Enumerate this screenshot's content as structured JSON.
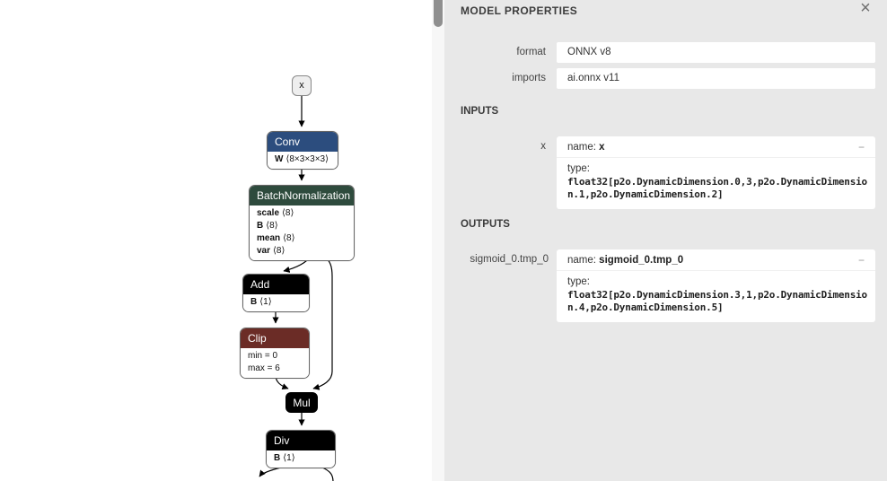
{
  "graph": {
    "nodes": {
      "input_x": {
        "label": "x"
      },
      "conv": {
        "title": "Conv",
        "attrs": [
          {
            "name": "W",
            "dims": "⟨8×3×3×3⟩"
          }
        ]
      },
      "batchnorm": {
        "title": "BatchNormalization",
        "attrs": [
          {
            "name": "scale",
            "dims": "⟨8⟩"
          },
          {
            "name": "B",
            "dims": "⟨8⟩"
          },
          {
            "name": "mean",
            "dims": "⟨8⟩"
          },
          {
            "name": "var",
            "dims": "⟨8⟩"
          }
        ]
      },
      "add": {
        "title": "Add",
        "attrs": [
          {
            "name": "B",
            "dims": "⟨1⟩"
          }
        ]
      },
      "clip": {
        "title": "Clip",
        "attrs": [
          {
            "text": "min = 0"
          },
          {
            "text": "max = 6"
          }
        ]
      },
      "mul": {
        "title": "Mul"
      },
      "div": {
        "title": "Div",
        "attrs": [
          {
            "name": "B",
            "dims": "⟨1⟩"
          }
        ]
      }
    },
    "colors": {
      "conv": "#2c4d7e",
      "batchnorm": "#2e4b3d",
      "clip": "#6b2c26",
      "generic": "#000000"
    }
  },
  "panel": {
    "title": "MODEL PROPERTIES",
    "close_label": "×",
    "fields": [
      {
        "label": "format",
        "value": "ONNX v8"
      },
      {
        "label": "imports",
        "value": "ai.onnx v11"
      }
    ],
    "inputs": {
      "heading": "INPUTS",
      "items": [
        {
          "label": "x",
          "name_label": "name: ",
          "name": "x",
          "type_label": "type:",
          "type": "float32[p2o.DynamicDimension.0,3,p2o.DynamicDimension.1,p2o.DynamicDimension.2]",
          "collapse_label": "−"
        }
      ]
    },
    "outputs": {
      "heading": "OUTPUTS",
      "items": [
        {
          "label": "sigmoid_0.tmp_0",
          "name_label": "name: ",
          "name": "sigmoid_0.tmp_0",
          "type_label": "type:",
          "type": "float32[p2o.DynamicDimension.3,1,p2o.DynamicDimension.4,p2o.DynamicDimension.5]",
          "collapse_label": "−"
        }
      ]
    }
  }
}
